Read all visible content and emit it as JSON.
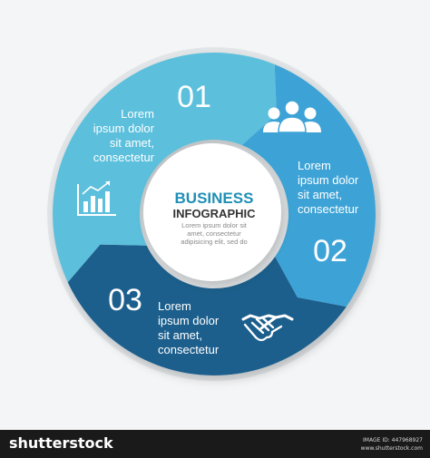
{
  "colors": {
    "background": "#f4f5f6",
    "segment_1": "#5bbfdc",
    "segment_2": "#3ea3d6",
    "segment_3": "#1f5f8c",
    "center_fill": "#ffffff",
    "title_color": "#1f8fb6",
    "subtitle_color": "#333333",
    "body_color": "#888888",
    "bar": "#1a1a1a"
  },
  "center": {
    "title": "BUSINESS",
    "subtitle": "INFOGRAPHIC",
    "body_lines": [
      "Lorem ipsum dolor sit",
      "amet, consectetur",
      "adipisicing elit, sed do"
    ]
  },
  "segments": [
    {
      "number": "01",
      "text_lines": [
        "Lorem",
        "ipsum dolor",
        "sit amet,",
        "consectetur"
      ],
      "icon": "bar-chart-icon"
    },
    {
      "number": "02",
      "text_lines": [
        "Lorem",
        "ipsum dolor",
        "sit amet,",
        "consectetur"
      ],
      "icon": "team-users-icon"
    },
    {
      "number": "03",
      "text_lines": [
        "Lorem",
        "ipsum dolor",
        "sit amet,",
        "consectetur"
      ],
      "icon": "handshake-icon"
    }
  ],
  "footer": {
    "brand": "shutterstock",
    "image_id": "IMAGE ID: 447968927",
    "url": "www.shutterstock.com"
  }
}
